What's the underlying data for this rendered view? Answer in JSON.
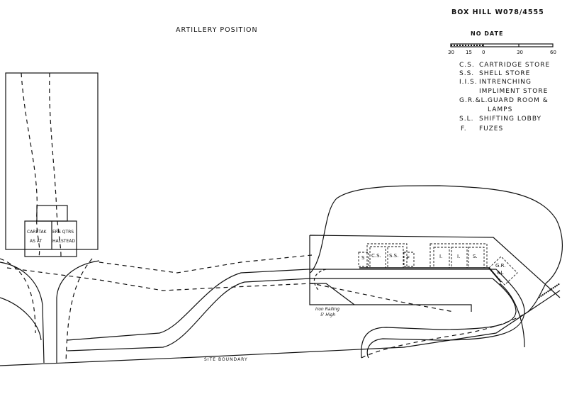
{
  "title": "Artillery Position",
  "reference": "Box Hill W078/4555",
  "date_note": "No Date",
  "scale": {
    "ticks": [
      "30",
      "15",
      "0",
      "30",
      "60"
    ]
  },
  "legend": [
    {
      "code": "C.S.",
      "label": "Cartridge Store"
    },
    {
      "code": "S.S.",
      "label": "Shell Store"
    },
    {
      "code": "I.I.S.",
      "label": "Intrenching Impliment Store"
    },
    {
      "code": "G.R.&L.",
      "label": "Guard Room & Lamps"
    },
    {
      "code": "S.L.",
      "label": "Shifting Lobby"
    },
    {
      "code": "F.",
      "label": "Fuzes"
    }
  ],
  "buildings": {
    "caretakers_left_1": "Caretak",
    "caretakers_left_2": "as at",
    "caretakers_right_1": "ers Qtrs",
    "caretakers_right_2": "Halstead"
  },
  "stores": [
    "S",
    "C.S.",
    "S.S.",
    "F",
    "I.",
    "I.",
    "S.",
    "G.R.",
    "&L"
  ],
  "annotations": {
    "iron_railing_1": "Iron Railing",
    "iron_railing_2": "5' High",
    "site_boundary": "Site Boundary"
  }
}
